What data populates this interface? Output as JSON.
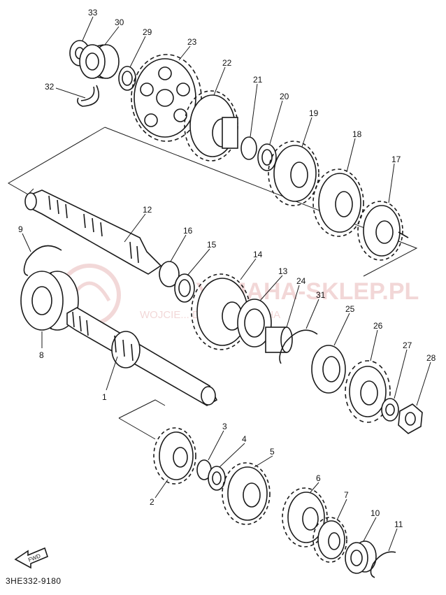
{
  "diagram": {
    "part_numbers": [
      "33",
      "30",
      "29",
      "23",
      "22",
      "21",
      "20",
      "19",
      "18",
      "17",
      "32",
      "12",
      "16",
      "15",
      "14",
      "13",
      "24",
      "31",
      "25",
      "26",
      "27",
      "28",
      "9",
      "8",
      "1",
      "3",
      "4",
      "5",
      "6",
      "7",
      "10",
      "11",
      "2"
    ],
    "watermark": {
      "brand": "YAMAHA-SKLEP.PL",
      "tagline": "WOJCIE... DEALER YAMAHA"
    },
    "fwd_label": "FWD",
    "drawing_code": "3HE332-9180",
    "colors": {
      "ink": "#1a1a1a",
      "paper": "#ffffff",
      "watermark": "#e8b8b8"
    }
  }
}
